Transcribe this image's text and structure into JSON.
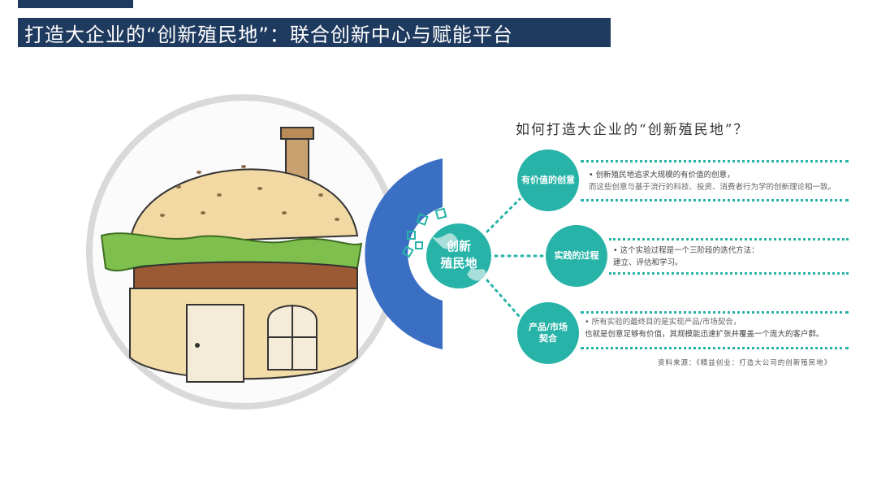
{
  "header": {
    "title": "打造大企业的“创新殖民地”：联合创新中心与赋能平台"
  },
  "diagram": {
    "heading": "如何打造大企业的“创新殖民地”？",
    "center": {
      "line1": "创新",
      "line2": "殖民地"
    },
    "items": [
      {
        "label": "有价值的创意",
        "line1": "• 创新殖民地追求大规模的有价值的创意，",
        "line2": "而这些创意与基于流行的科技、投资、消费者行为学的创新理论相一致。"
      },
      {
        "label": "实践的过程",
        "line1": "• 这个实验过程是一个三阶段的迭代方法：",
        "line2": "建立、评估和学习。"
      },
      {
        "label_line1": "产品/市场",
        "label_line2": "契合",
        "line1": "• 所有实验的最终目的是实现产品/市场契合，",
        "line2": "也就是创意足够有价值，其规模能迅速扩张并覆盖一个庞大的客户群。"
      }
    ],
    "source": "资料来源：《精益创业：打造大公司的创新殖民地》"
  },
  "colors": {
    "title_bg": "#1f3a5f",
    "teal": "#27b3a7",
    "blue_arc": "#3b6fc4"
  }
}
